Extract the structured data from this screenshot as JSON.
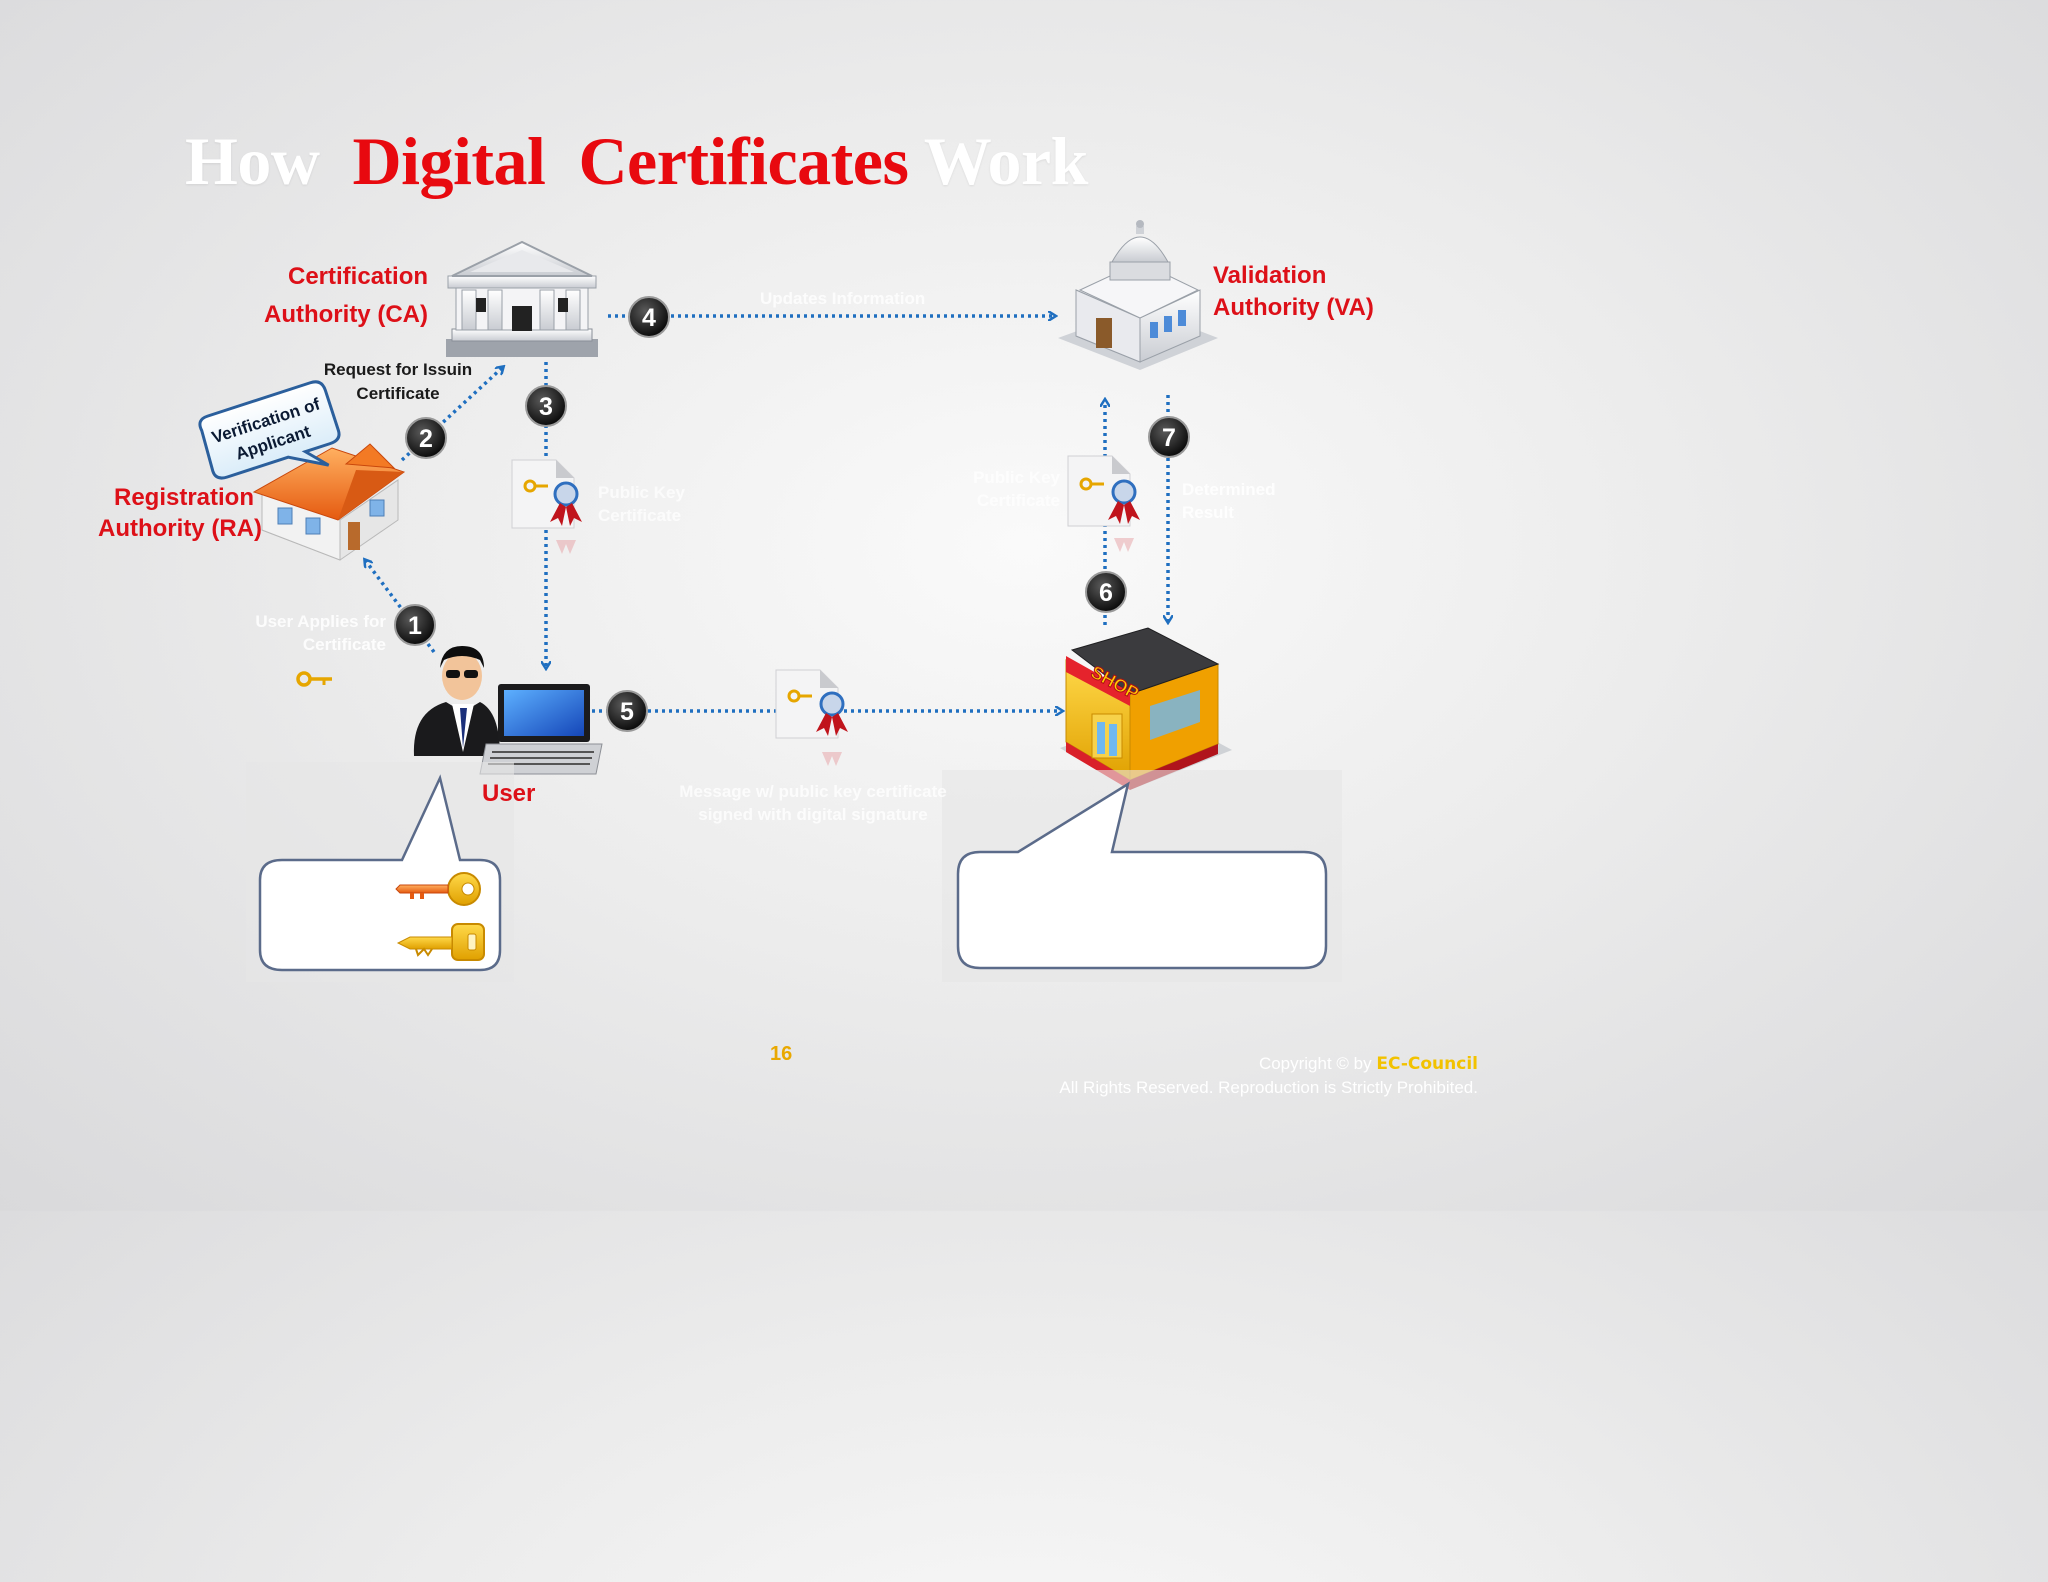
{
  "title": {
    "part1": "How",
    "part2": "Digital",
    "part3": "Certificates",
    "part4": "Work"
  },
  "nodes": {
    "ca": {
      "line1": "Certification",
      "line2": "Authority (CA)"
    },
    "va": {
      "line1": "Validation",
      "line2": "Authority (VA)"
    },
    "ra": {
      "line1": "Registration",
      "line2": "Authority (RA)"
    },
    "user": {
      "label": "User"
    },
    "shop": {
      "sign": "SHOP"
    },
    "bubble": {
      "line1": "Verification of",
      "line2": "Applicant"
    }
  },
  "steps": [
    {
      "num": "1",
      "line1": "User Applies for",
      "line2": "Certificate"
    },
    {
      "num": "2",
      "line1": "Request for Issuin",
      "line2": "Certificate"
    },
    {
      "num": "3",
      "line1": "Public Key",
      "line2": "Certificate"
    },
    {
      "num": "4",
      "line1": "Updates Information",
      "line2": ""
    },
    {
      "num": "5",
      "line1": "Message w/ public key certificate",
      "line2": "signed with digital signature"
    },
    {
      "num": "6",
      "line1": "Public Key",
      "line2": "Certificate"
    },
    {
      "num": "7",
      "line1": "Determined",
      "line2": "Result"
    }
  ],
  "footer": {
    "page_number": "16",
    "copyright_prefix": "Copyright © by",
    "brand": "EC-Council",
    "rights": "All Rights Reserved. Reproduction is Strictly Prohibited."
  },
  "colors": {
    "accent_red": "#e8090f",
    "arrow_blue": "#1f6fc0",
    "gold": "#f2c200"
  }
}
